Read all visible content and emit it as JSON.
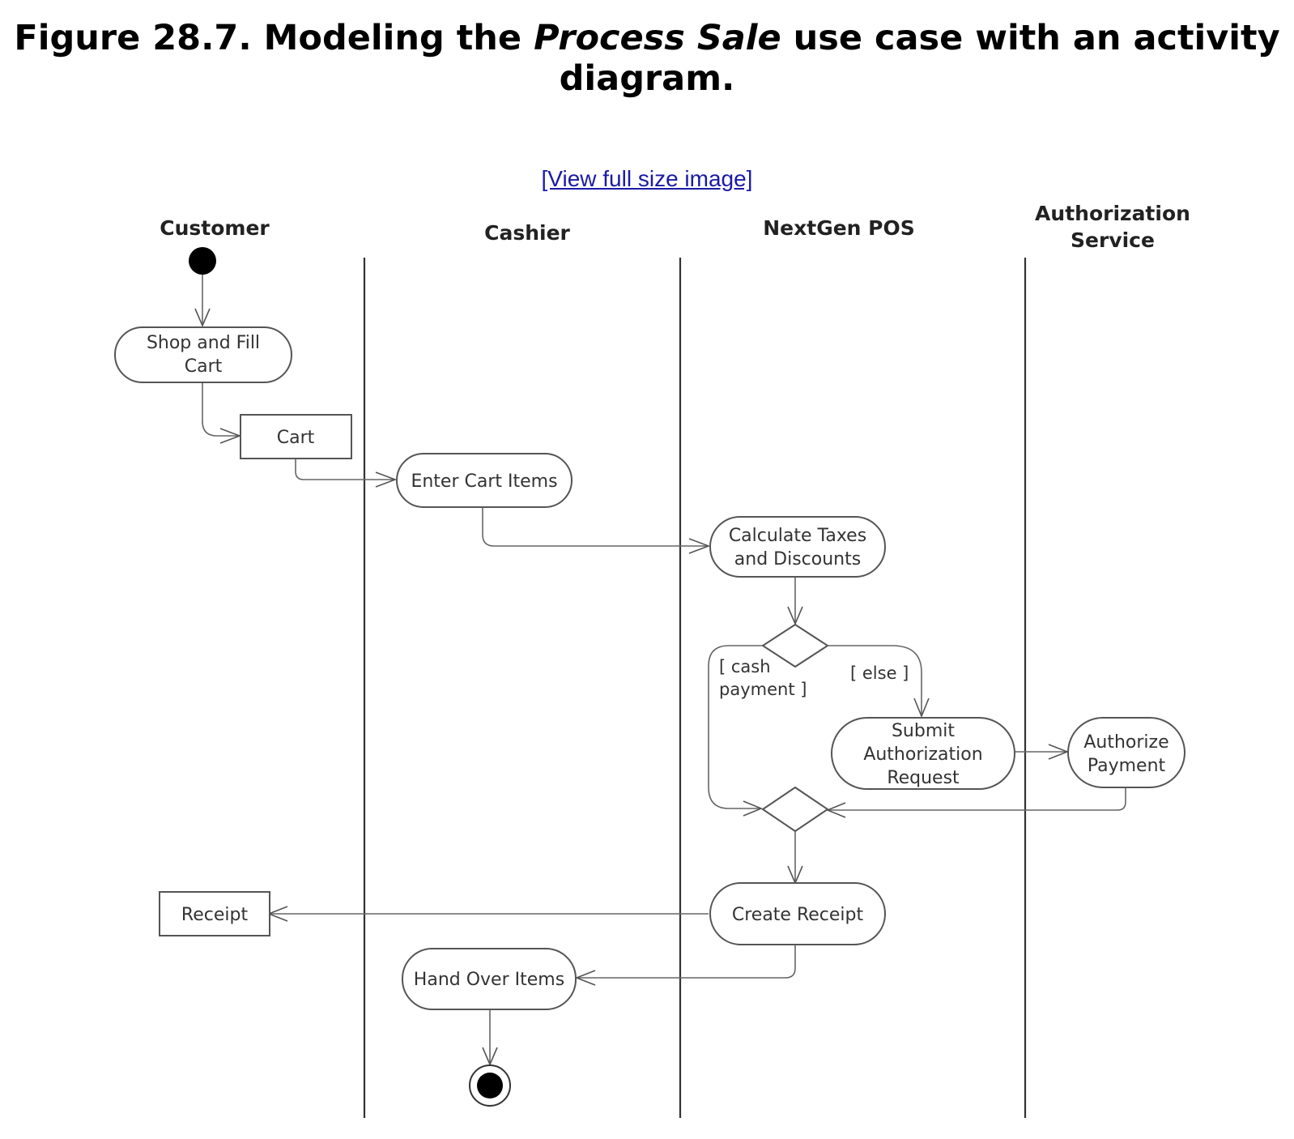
{
  "figure": {
    "label": "Figure 28.7. Modeling the ",
    "emphasis": "Process Sale",
    "rest": " use case with an activity",
    "line2": "diagram."
  },
  "link": {
    "text": "[View full size image]"
  },
  "lanes": {
    "customer": "Customer",
    "cashier": "Cashier",
    "pos": "NextGen POS",
    "auth_line1": "Authorization",
    "auth_line2": "Service"
  },
  "nodes": {
    "shop_line1": "Shop and Fill",
    "shop_line2": "Cart",
    "cart": "Cart",
    "enter_items": "Enter Cart Items",
    "calc_line1": "Calculate Taxes",
    "calc_line2": "and Discounts",
    "submit_line1": "Submit",
    "submit_line2": "Authorization",
    "submit_line3": "Request",
    "authorize_line1": "Authorize",
    "authorize_line2": "Payment",
    "create_receipt": "Create Receipt",
    "receipt": "Receipt",
    "hand_over": "Hand Over Items"
  },
  "guards": {
    "cash_line1": "[ cash",
    "cash_line2": "payment ]",
    "else": "[ else ]"
  },
  "colors": {
    "link": "#1a1aa6",
    "stroke": "#555555",
    "text": "#333333"
  }
}
